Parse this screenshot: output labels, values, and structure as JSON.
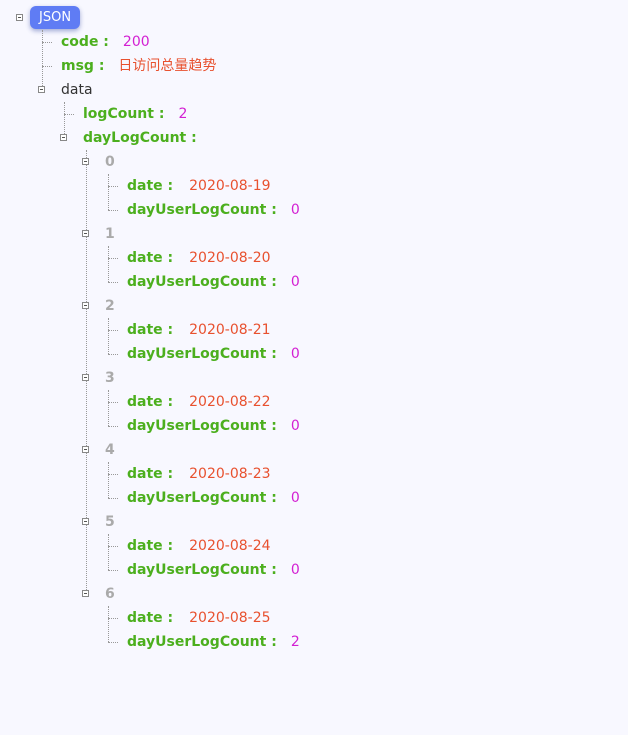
{
  "root_label": "JSON",
  "code": {
    "key": "code :",
    "value": "200"
  },
  "msg": {
    "key": "msg :",
    "value": "日访问总量趋势"
  },
  "data": {
    "key": "data",
    "logCount": {
      "key": "logCount :",
      "value": "2"
    },
    "dayLogCount": {
      "key": "dayLogCount :",
      "date_key": "date :",
      "count_key": "dayUserLogCount :",
      "items": [
        {
          "index": "0",
          "date": "2020-08-19",
          "dayUserLogCount": "0"
        },
        {
          "index": "1",
          "date": "2020-08-20",
          "dayUserLogCount": "0"
        },
        {
          "index": "2",
          "date": "2020-08-21",
          "dayUserLogCount": "0"
        },
        {
          "index": "3",
          "date": "2020-08-22",
          "dayUserLogCount": "0"
        },
        {
          "index": "4",
          "date": "2020-08-23",
          "dayUserLogCount": "0"
        },
        {
          "index": "5",
          "date": "2020-08-24",
          "dayUserLogCount": "0"
        },
        {
          "index": "6",
          "date": "2020-08-25",
          "dayUserLogCount": "2"
        }
      ]
    }
  },
  "colors": {
    "key": "#4caf1e",
    "number": "#d320d3",
    "string": "#e8512f",
    "index": "#aaaaaa",
    "badge": "#5f7cf4"
  }
}
